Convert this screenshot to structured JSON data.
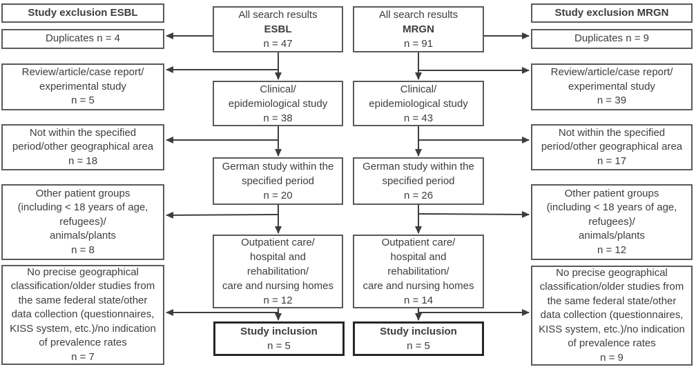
{
  "colors": {
    "box_border": "#595959",
    "inclusion_border": "#262626",
    "text": "#3d3d3d",
    "arrow": "#3d3d3d",
    "background": "#ffffff"
  },
  "esbl_exclusion": {
    "header": "Study exclusion ESBL",
    "boxes": [
      {
        "lines": [
          "Duplicates n = 4"
        ]
      },
      {
        "lines": [
          "Review/article/case report/",
          "experimental study",
          "n = 5"
        ]
      },
      {
        "lines": [
          "Not within the specified",
          "period/other geographical area",
          "n = 18"
        ]
      },
      {
        "lines": [
          "Other patient groups",
          "(including < 18 years of age,",
          "refugees)/",
          "animals/plants",
          "n = 8"
        ]
      },
      {
        "lines": [
          "No precise geographical",
          "classification/older studies from",
          "the same federal state/other",
          "data collection (questionnaires,",
          "KISS system, etc.)/no indication",
          "of prevalence rates",
          "n = 7"
        ]
      }
    ]
  },
  "esbl_flow": {
    "source": {
      "line": "All search results",
      "name": "ESBL",
      "count": "n = 47"
    },
    "steps": [
      {
        "lines": [
          "Clinical/",
          "epidemiological study",
          "n = 38"
        ]
      },
      {
        "lines": [
          "German study within the",
          "specified period",
          "n = 20"
        ]
      },
      {
        "lines": [
          "Outpatient care/",
          "hospital and",
          "rehabilitation/",
          "care and nursing homes",
          "n = 12"
        ]
      }
    ],
    "inclusion": {
      "label": "Study inclusion",
      "count": "n = 5"
    }
  },
  "mrgn_flow": {
    "source": {
      "line": "All search results",
      "name": "MRGN",
      "count": "n = 91"
    },
    "steps": [
      {
        "lines": [
          "Clinical/",
          "epidemiological study",
          "n = 43"
        ]
      },
      {
        "lines": [
          "German study within the",
          "specified period",
          "n = 26"
        ]
      },
      {
        "lines": [
          "Outpatient care/",
          "hospital and",
          "rehabilitation/",
          "care and nursing homes",
          "n = 14"
        ]
      }
    ],
    "inclusion": {
      "label": "Study inclusion",
      "count": "n = 5"
    }
  },
  "mrgn_exclusion": {
    "header": "Study exclusion MRGN",
    "boxes": [
      {
        "lines": [
          "Duplicates n = 9"
        ]
      },
      {
        "lines": [
          "Review/article/case report/",
          "experimental study",
          "n = 39"
        ]
      },
      {
        "lines": [
          "Not within the specified",
          "period/other geographical area",
          "n = 17"
        ]
      },
      {
        "lines": [
          "Other patient groups",
          "(including < 18 years of age,",
          "refugees)/",
          "animals/plants",
          "n = 12"
        ]
      },
      {
        "lines": [
          "No precise geographical",
          "classification/older studies from",
          "the same federal state/other",
          "data collection (questionnaires,",
          "KISS system, etc.)/no indication",
          "of prevalence rates",
          "n = 9"
        ]
      }
    ]
  }
}
